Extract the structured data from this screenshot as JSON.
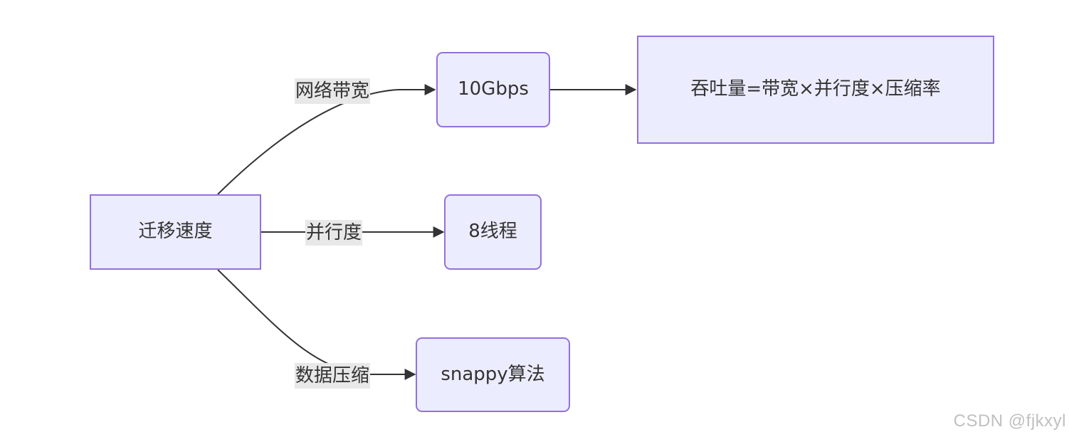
{
  "nodes": {
    "source": "迁移速度",
    "bandwidth": "10Gbps",
    "throughput": "吞吐量=带宽×并行度×压缩率",
    "threads": "8线程",
    "compression": "snappy算法"
  },
  "edges": {
    "bandwidth": "网络带宽",
    "parallelism": "并行度",
    "compression": "数据压缩"
  },
  "watermark": "CSDN @fjkxyl",
  "colors": {
    "node_fill": "#ececff",
    "node_border": "#9370db",
    "edge": "#333333",
    "edge_label_bg": "#e8e8e8"
  }
}
